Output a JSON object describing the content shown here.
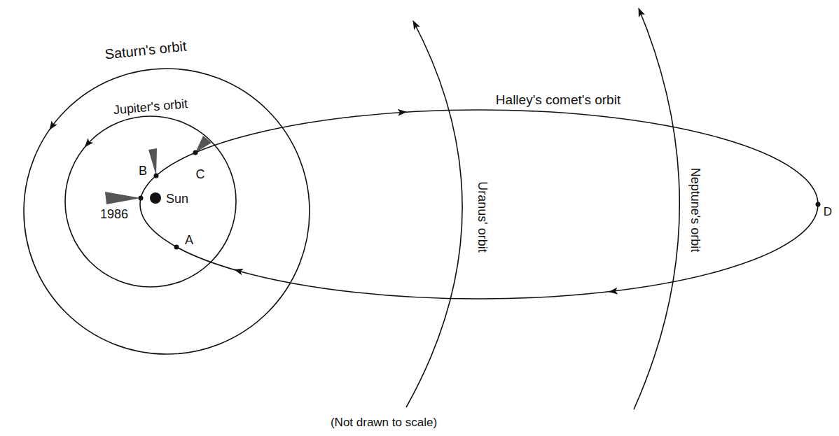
{
  "diagram": {
    "labels": [
      "Saturn's orbit",
      "Jupiter's orbit",
      "Halley's comet's orbit",
      "B",
      "C",
      "1986",
      "Sun",
      "A",
      "Uranus' orbit",
      "Neptune's orbit",
      "D",
      "(Not drawn to scale)"
    ]
  }
}
